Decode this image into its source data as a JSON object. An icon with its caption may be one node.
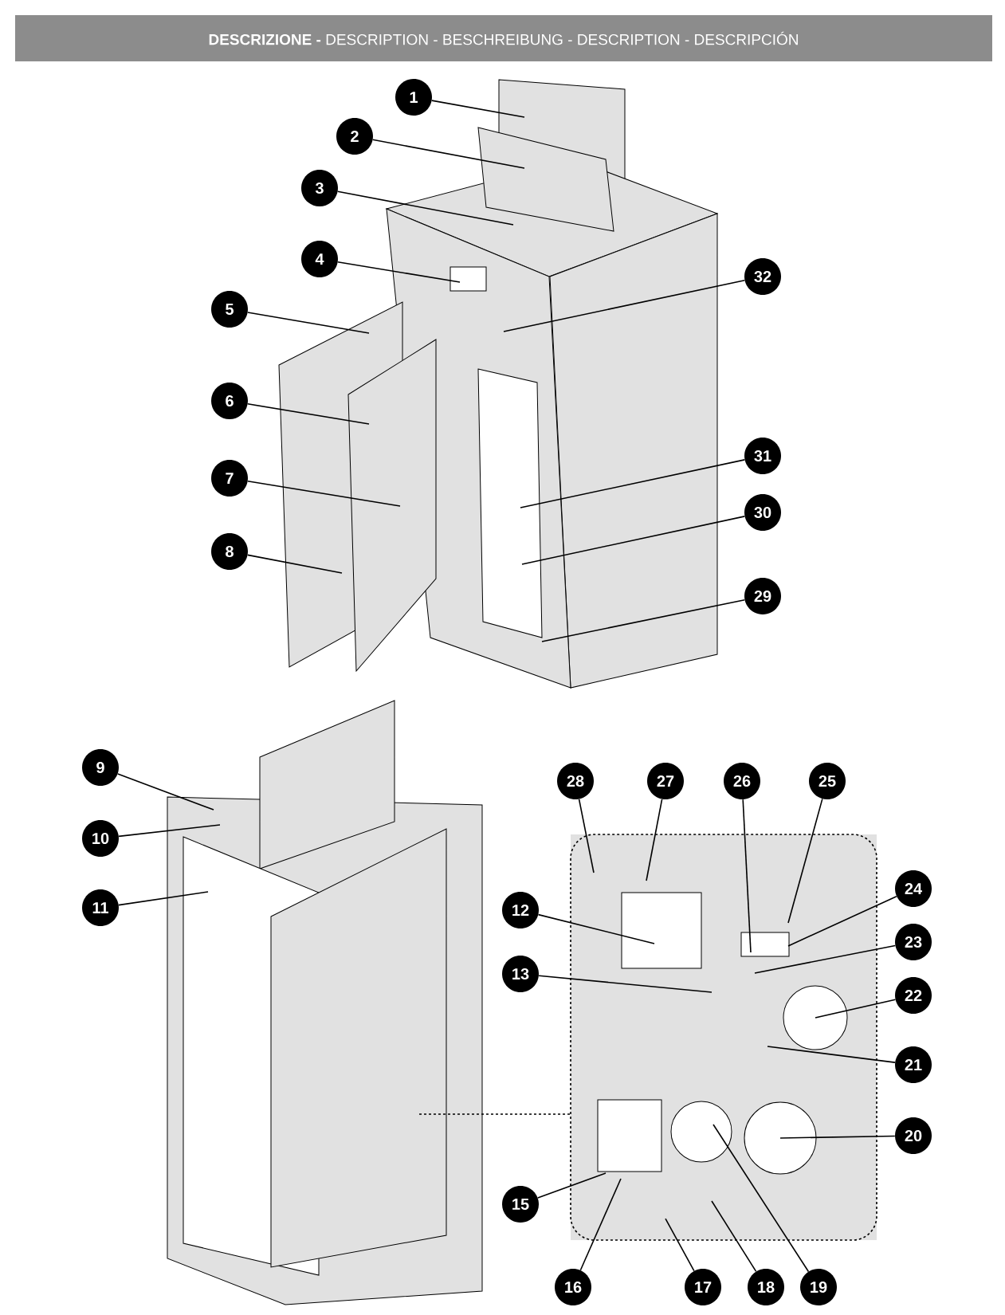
{
  "diagram": {
    "title": "**DESCRIZIONE -** DESCRIPTION - BESCHREIBUNG - DESCRIPTION - DESCRIPCIÓN",
    "nodes": [
      {
        "text": [
          "1"
        ]
      },
      {
        "text": [
          "2"
        ]
      },
      {
        "text": [
          "3"
        ]
      },
      {
        "text": [
          "4"
        ]
      },
      {
        "text": [
          "5"
        ]
      },
      {
        "text": [
          "6"
        ]
      },
      {
        "text": [
          "7"
        ]
      },
      {
        "text": [
          "8"
        ]
      },
      {
        "text": [
          "9"
        ]
      },
      {
        "text": [
          "10"
        ]
      },
      {
        "text": [
          "11"
        ]
      },
      {
        "text": [
          "12"
        ]
      },
      {
        "text": [
          "13"
        ]
      },
      {
        "text": [
          "15"
        ]
      },
      {
        "text": [
          "16"
        ]
      },
      {
        "text": [
          "17"
        ]
      },
      {
        "text": [
          "18"
        ]
      },
      {
        "text": [
          "19"
        ]
      },
      {
        "text": [
          "20"
        ]
      },
      {
        "text": [
          "21"
        ]
      },
      {
        "text": [
          "22"
        ]
      },
      {
        "text": [
          "23"
        ]
      },
      {
        "text": [
          "24"
        ]
      },
      {
        "text": [
          "25"
        ]
      },
      {
        "text": [
          "26"
        ]
      },
      {
        "text": [
          "27"
        ]
      },
      {
        "text": [
          "28"
        ]
      },
      {
        "text": [
          "29"
        ]
      },
      {
        "text": [
          "30"
        ]
      },
      {
        "text": [
          "31"
        ]
      },
      {
        "text": [
          "32"
        ]
      }
    ],
    "edges": [
      {
        "from": 0,
        "to": null,
        "arrow": "none"
      },
      {
        "from": 1,
        "to": null,
        "arrow": "none"
      },
      {
        "from": 2,
        "to": null,
        "arrow": "none"
      },
      {
        "from": 3,
        "to": null,
        "arrow": "none"
      },
      {
        "from": 4,
        "to": null,
        "arrow": "none"
      },
      {
        "from": 5,
        "to": null,
        "arrow": "none"
      },
      {
        "from": 6,
        "to": null,
        "arrow": "none"
      },
      {
        "from": 7,
        "to": null,
        "arrow": "none"
      },
      {
        "from": 8,
        "to": null,
        "arrow": "none"
      },
      {
        "from": 9,
        "to": null,
        "arrow": "none"
      },
      {
        "from": 10,
        "to": null,
        "arrow": "none"
      },
      {
        "from": 11,
        "to": null,
        "arrow": "none"
      },
      {
        "from": 12,
        "to": null,
        "arrow": "none"
      },
      {
        "from": 13,
        "to": null,
        "arrow": "none"
      },
      {
        "from": 14,
        "to": null,
        "arrow": "none"
      },
      {
        "from": 15,
        "to": null,
        "arrow": "none"
      },
      {
        "from": 16,
        "to": null,
        "arrow": "none"
      },
      {
        "from": 17,
        "to": null,
        "arrow": "none"
      },
      {
        "from": 18,
        "to": null,
        "arrow": "none"
      },
      {
        "from": 19,
        "to": null,
        "arrow": "none"
      },
      {
        "from": 20,
        "to": null,
        "arrow": "none"
      },
      {
        "from": 21,
        "to": null,
        "arrow": "none"
      },
      {
        "from": 22,
        "to": null,
        "arrow": "none"
      },
      {
        "from": 23,
        "to": null,
        "arrow": "none"
      },
      {
        "from": 24,
        "to": null,
        "arrow": "none"
      },
      {
        "from": 25,
        "to": null,
        "arrow": "none"
      },
      {
        "from": 26,
        "to": null,
        "arrow": "none"
      },
      {
        "from": 27,
        "to": null,
        "arrow": "none"
      },
      {
        "from": 28,
        "to": null,
        "arrow": "none"
      },
      {
        "from": 29,
        "to": null,
        "arrow": "none"
      },
      {
        "from": 30,
        "to": null,
        "arrow": "none"
      }
    ]
  }
}
